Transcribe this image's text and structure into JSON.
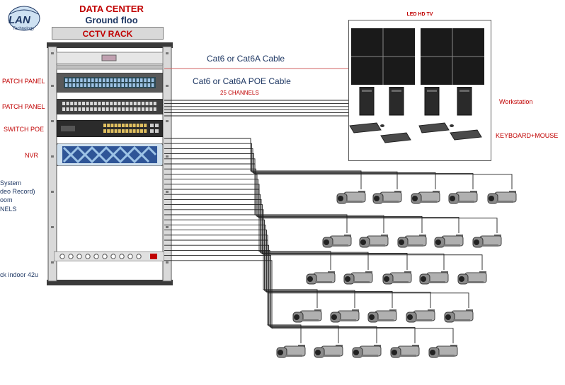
{
  "logo": {
    "name": "LAN",
    "sub": "Technology"
  },
  "header": {
    "title": "DATA CENTER",
    "subtitle": "Ground floo",
    "rack_label": "CCTV RACK"
  },
  "rack_labels": {
    "patch_panel_1": "PATCH PANEL",
    "patch_panel_2": "PATCH PANEL",
    "switch": "SWITCH POE",
    "nvr": "NVR",
    "system_lines": [
      "System",
      "deo Record)",
      "oom",
      "NELS"
    ],
    "rack_bottom": "ck indoor 42u"
  },
  "cables": {
    "cat6": "Cat6 or Cat6A Cable",
    "cat6_poe": "Cat6 or Cat6A POE Cable",
    "channels": "25 CHANNELS"
  },
  "monitor_room": {
    "tv_title": "LED HD TV",
    "workstation": "Workstation",
    "keyboard": "KEYBOARD+MOUSE"
  },
  "colors": {
    "accent_red": "#c00000",
    "navy": "#1f3864",
    "rack_gray": "#d9d9d9",
    "cable_red": "#d06060"
  },
  "icons": [
    "network-rack-icon",
    "patch-panel-icon",
    "poe-switch-icon",
    "nvr-icon",
    "power-strip-icon",
    "tv-screen-icon",
    "workstation-tower-icon",
    "keyboard-mouse-icon",
    "bullet-camera-icon"
  ]
}
